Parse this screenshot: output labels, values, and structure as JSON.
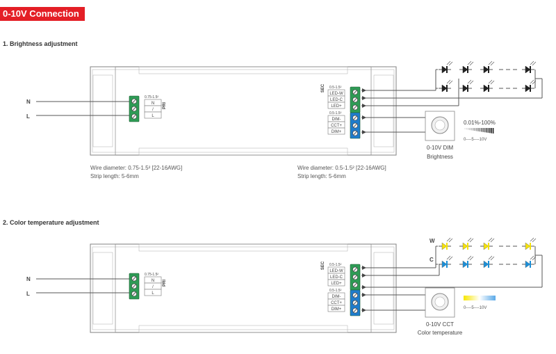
{
  "header": {
    "title": "0-10V Connection"
  },
  "sections": [
    {
      "title": "1. Brightness adjustment",
      "inputs": {
        "n": "N",
        "l": "L"
      },
      "pri": {
        "rating": "0.75-1.5²",
        "pins": [
          "N",
          "/",
          "L"
        ],
        "label": "PRI"
      },
      "sec": {
        "rating_led": "0.5-1.5²",
        "led_pins": [
          "LED-W",
          "LED-C",
          "LED+"
        ],
        "rating_dim": "0.5-1.5²",
        "dim_pins": [
          "DIM-",
          "CCT+",
          "DIM+"
        ],
        "label": "SEC"
      },
      "wire_left": [
        "Wire diameter: 0.75-1.5² [22-16AWG]",
        "Strip length: 5-6mm"
      ],
      "wire_right": [
        "Wire diameter: 0.5-1.5² [22-16AWG]",
        "Strip length: 5-6mm"
      ],
      "dimmer": {
        "name": "0-10V DIM",
        "desc": "Brightness",
        "range": "0.01%-100%",
        "scale": "0----5----10V"
      }
    },
    {
      "title": "2. Color temperature adjustment",
      "inputs": {
        "n": "N",
        "l": "L"
      },
      "pri": {
        "rating": "0.75-1.5²",
        "pins": [
          "N",
          "/",
          "L"
        ],
        "label": "PRI"
      },
      "sec": {
        "rating_led": "0.5-1.5²",
        "led_pins": [
          "LED-W",
          "LED-C",
          "LED+"
        ],
        "rating_dim": "0.5-1.5²",
        "dim_pins": [
          "DIM-",
          "CCT+",
          "DIM+"
        ],
        "label": "SEC"
      },
      "strips": {
        "w": "W",
        "c": "C"
      },
      "dimmer": {
        "name": "0-10V CCT",
        "desc": "Color temperature",
        "scale": "0----5----10V"
      }
    }
  ],
  "colors": {
    "accent": "#e41f26",
    "terminal_green": "#2e9b55",
    "terminal_blue": "#1f7ccc",
    "led_black": "#222222",
    "led_yellow": "#f5e20a",
    "led_blue": "#1a8fd8"
  }
}
